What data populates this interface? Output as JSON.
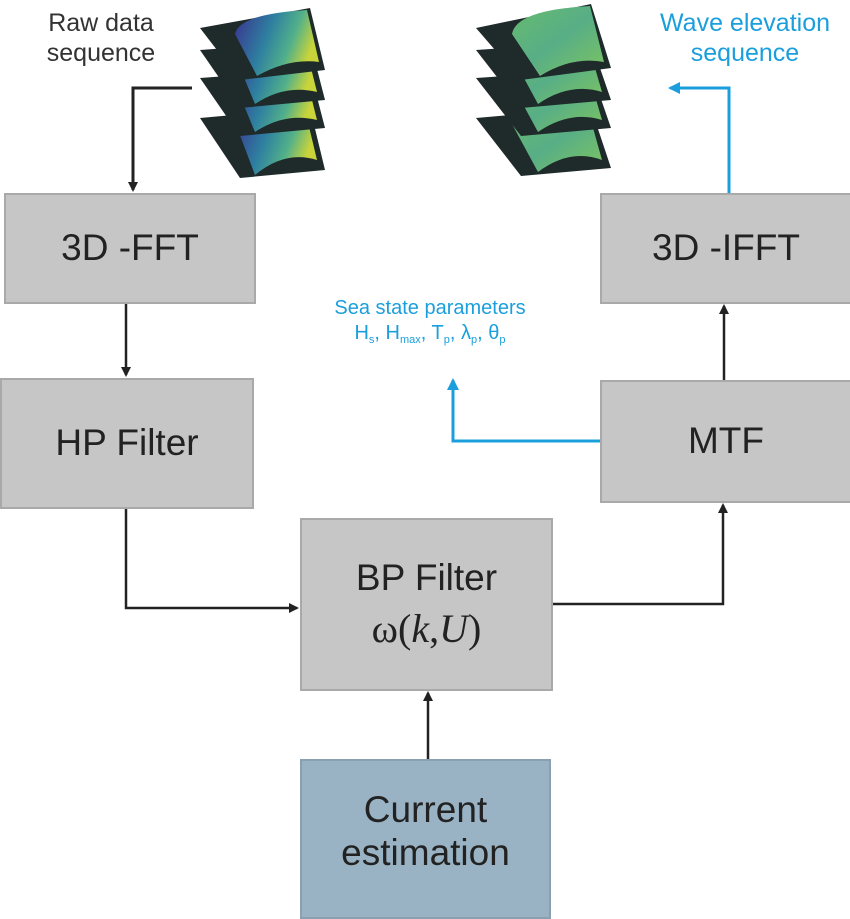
{
  "diagram": {
    "captions": {
      "raw_data": [
        "Raw data",
        "sequence"
      ],
      "wave_elevation": [
        "Wave elevation",
        "sequence"
      ],
      "sea_state_title": "Sea state parameters"
    },
    "sea_state_params": [
      {
        "symbol": "H",
        "sub": "s"
      },
      {
        "symbol": "H",
        "sub": "max"
      },
      {
        "symbol": "T",
        "sub": "p"
      },
      {
        "symbol": "λ",
        "sub": "p"
      },
      {
        "symbol": "θ",
        "sub": "p"
      }
    ],
    "blocks": {
      "fft": "3D -FFT",
      "hp_filter": "HP Filter",
      "bp_filter": "BP Filter",
      "bp_formula": {
        "omega": "ω",
        "open": "(",
        "k": "k",
        "comma": ",",
        "u": "U",
        "close": ")"
      },
      "current_estimation": [
        "Current",
        "estimation"
      ],
      "ifft": "3D -IFFT",
      "mtf": "MTF"
    },
    "colors": {
      "block_gray": "#c6c6c6",
      "block_blue": "#99b3c4",
      "arrow_dark": "#222222",
      "arrow_blue": "#1b9fdc",
      "raw_data_palette": [
        "#3b2f8f",
        "#2e6fa8",
        "#3aa38a",
        "#b9d13a"
      ],
      "wave_palette": [
        "#5fb86a",
        "#4aa3a0",
        "#8fc65a"
      ]
    }
  }
}
